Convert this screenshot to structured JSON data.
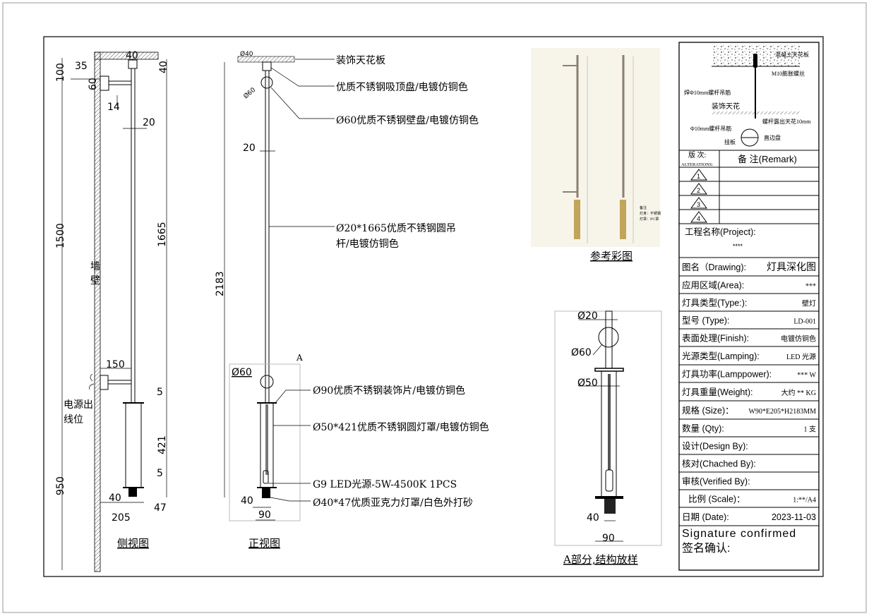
{
  "side_view": {
    "title": "侧视图",
    "dims": {
      "d100": "100",
      "d35": "35",
      "d40_top": "40",
      "d40_right": "40",
      "d60": "60",
      "d14": "14",
      "d20": "20",
      "d1500": "1500",
      "d1665": "1665",
      "d150": "150",
      "d5a": "5",
      "d421": "421",
      "d5b": "5",
      "d950": "950",
      "d40_bottom": "40",
      "d47": "47",
      "d205": "205"
    },
    "wall_label_1": "墙",
    "wall_label_2": "壁",
    "power_label_1": "电源出",
    "power_label_2": "线位"
  },
  "front_view": {
    "title": "正视图",
    "detail_marker": "A",
    "dims": {
      "d40_top": "Ø40",
      "d60_top": "Ø60",
      "d20": "20",
      "d2183": "2183",
      "d60_circle": "Ø60",
      "d40_bottom": "40",
      "d90": "90"
    },
    "callouts": [
      "装饰天花板",
      "优质不锈钢吸顶盘/电镀仿铜色",
      "Ø60优质不锈钢壁盘/电镀仿铜色",
      "Ø20*1665优质不锈钢圆吊",
      "杆/电镀仿铜色",
      "Ø90优质不锈钢装饰片/电镀仿铜色",
      "Ø50*421优质不锈钢圆灯罩/电镀仿铜色",
      "G9 LED光源-5W-4500K 1PCS",
      "Ø40*47优质亚克力灯罩/白色外打砂"
    ]
  },
  "reference": {
    "title": "参考彩图",
    "note_1": "备注",
    "note_2": "灯身：不锈钢",
    "note_3": "灯罩：PC罩",
    "rod_color": "#8a8070",
    "shade_color": "#c2a45a",
    "bg_color": "#f7f5ea"
  },
  "detail_a": {
    "title": "A部分,结构放样",
    "dims": {
      "d20": "Ø20",
      "d60": "Ø60",
      "d50": "Ø50",
      "d40": "40",
      "d90": "90"
    }
  },
  "install_detail": {
    "ceiling": "混凝土天花板",
    "bolt": "M10膨胀螺丝",
    "rod": "焊Φ10mm螺杆吊筋",
    "deco_ceiling": "装饰天花",
    "exposed": "螺杆露出天花10mm",
    "rod2": "Φ10mm螺杆吊筋",
    "plate": "挂板",
    "edge": "直边盘"
  },
  "title_block": {
    "alterations_label": "版  次:",
    "alterations_en": "ALTERATIONS:",
    "remark_label": "备  注(Remark)",
    "alterations": [
      "1",
      "2",
      "3",
      "4"
    ],
    "project_label": "工程名称(Project):",
    "project_value": "****",
    "rows": [
      {
        "label": "图名（Drawing):",
        "value": "灯具深化图"
      },
      {
        "label": "应用区域(Area):",
        "value": "***"
      },
      {
        "label": "灯具类型(Type:):",
        "value": "壁灯"
      },
      {
        "label": "型号 (Type):",
        "value": "LD-001"
      },
      {
        "label": "表面处理(Finish):",
        "value": "电镀仿铜色"
      },
      {
        "label": "光源类型(Lamping):",
        "value": "LED 光源"
      },
      {
        "label": "灯具功率(Lamppower):",
        "value": "***   W"
      },
      {
        "label": "灯具重量(Weight):",
        "value": "大约  **   KG"
      },
      {
        "label": "规格 (Size)：",
        "value": "W90*E205*H2183MM"
      },
      {
        "label": "数量 (Qty):",
        "value": "1     支"
      },
      {
        "label": "设计(Design By):",
        "value": ""
      },
      {
        "label": "核对(Chached By):",
        "value": ""
      },
      {
        "label": "审核(Verified By):",
        "value": ""
      },
      {
        "label": "比例 (Scale)：",
        "value": "1:**/A4"
      },
      {
        "label": "日期 (Date):",
        "value": "2023-11-03"
      }
    ],
    "signature_en": "Signature confirmed",
    "signature_cn": "签名确认:"
  }
}
